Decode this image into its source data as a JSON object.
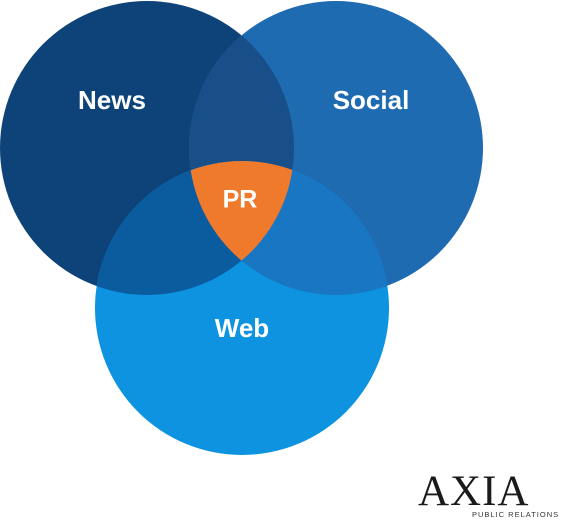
{
  "diagram": {
    "circles": [
      {
        "id": "news",
        "label": "News",
        "color": "#0e4379"
      },
      {
        "id": "social",
        "label": "Social",
        "color": "#1f6bb2"
      },
      {
        "id": "web",
        "label": "Web",
        "color": "#0d93e0"
      }
    ],
    "overlap_colors": {
      "news_social": "#184f89",
      "news_web": "#0b5b9f",
      "social_web": "#1876c2"
    },
    "center": {
      "label": "PR",
      "color": "#f07a2c"
    }
  },
  "logo": {
    "wordmark": "AXIA",
    "tagline": "PUBLIC RELATIONS"
  }
}
